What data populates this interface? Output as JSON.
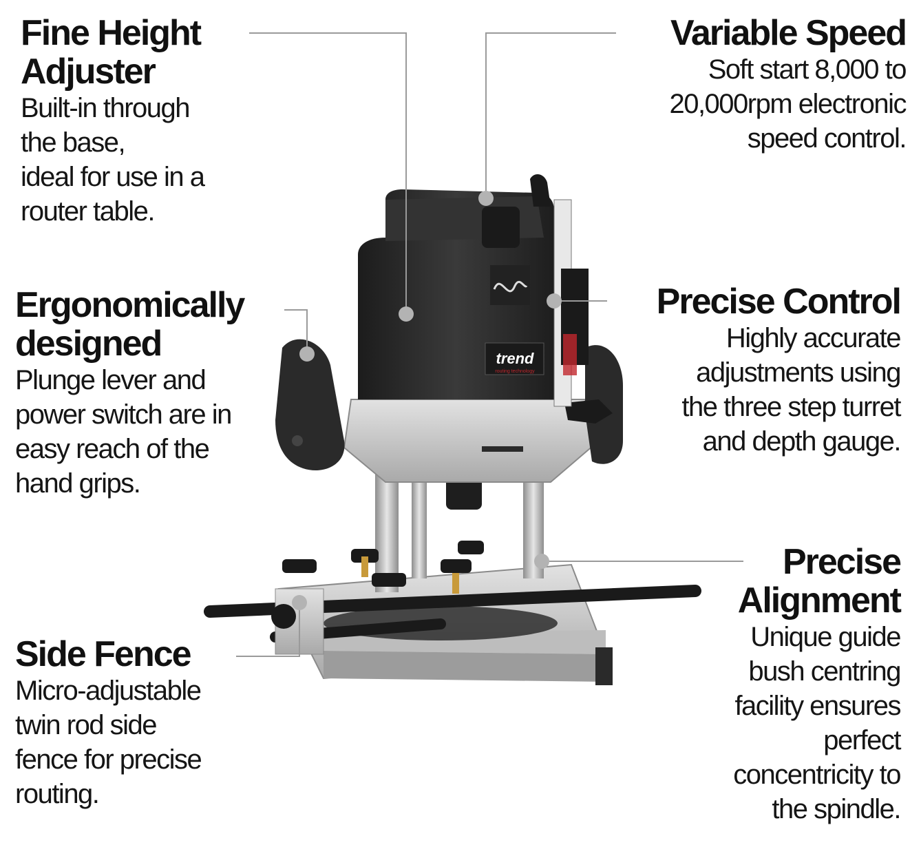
{
  "features": {
    "fine_height": {
      "title": [
        "Fine Height",
        "Adjuster"
      ],
      "desc": [
        "Built-in through",
        "the base,",
        "ideal for use in a",
        "router table."
      ]
    },
    "variable_speed": {
      "title": [
        "Variable Speed"
      ],
      "desc": [
        "Soft start 8,000 to",
        "20,000rpm electronic",
        "speed control."
      ]
    },
    "ergonomic": {
      "title": [
        "Ergonomically",
        "designed"
      ],
      "desc": [
        "Plunge lever and",
        "power switch are in",
        "easy reach of the",
        "hand grips."
      ]
    },
    "precise_control": {
      "title": [
        "Precise Control"
      ],
      "desc": [
        "Highly accurate",
        "adjustments  using",
        "the three step turret",
        "and depth gauge."
      ]
    },
    "precise_alignment": {
      "title": [
        "Precise",
        "Alignment"
      ],
      "desc": [
        "Unique guide",
        "bush centring",
        "facility ensures",
        "perfect",
        "concentricity to",
        "the spindle."
      ]
    },
    "side_fence": {
      "title": [
        "Side Fence"
      ],
      "desc": [
        "Micro-adjustable",
        "twin rod side",
        "fence for precise",
        "routing."
      ]
    }
  },
  "product": {
    "brand": "trend",
    "brand_tagline": "routing technology"
  },
  "colors": {
    "body": "#2b2b2b",
    "metal": "#c9c9c9",
    "leader": "#9a9a9a",
    "brand_red": "#c0272d"
  }
}
